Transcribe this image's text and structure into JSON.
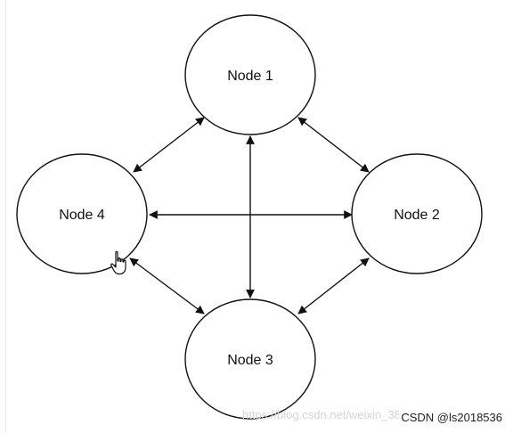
{
  "diagram": {
    "nodes": [
      {
        "id": "n1",
        "label": "Node 1"
      },
      {
        "id": "n2",
        "label": "Node 2"
      },
      {
        "id": "n3",
        "label": "Node 3"
      },
      {
        "id": "n4",
        "label": "Node 4"
      }
    ],
    "edges": [
      {
        "from": "n1",
        "to": "n4",
        "direction": "both"
      },
      {
        "from": "n1",
        "to": "n2",
        "direction": "both"
      },
      {
        "from": "n4",
        "to": "n3",
        "direction": "both"
      },
      {
        "from": "n2",
        "to": "n3",
        "direction": "both"
      },
      {
        "from": "n4",
        "to": "n2",
        "direction": "both"
      },
      {
        "from": "n1",
        "to": "n3",
        "direction": "both"
      }
    ]
  },
  "watermark": "https://blog.csdn.net/weixin_38516040",
  "credit": "CSDN @ls2018536",
  "cursor_icon": "hand-pointer-icon"
}
